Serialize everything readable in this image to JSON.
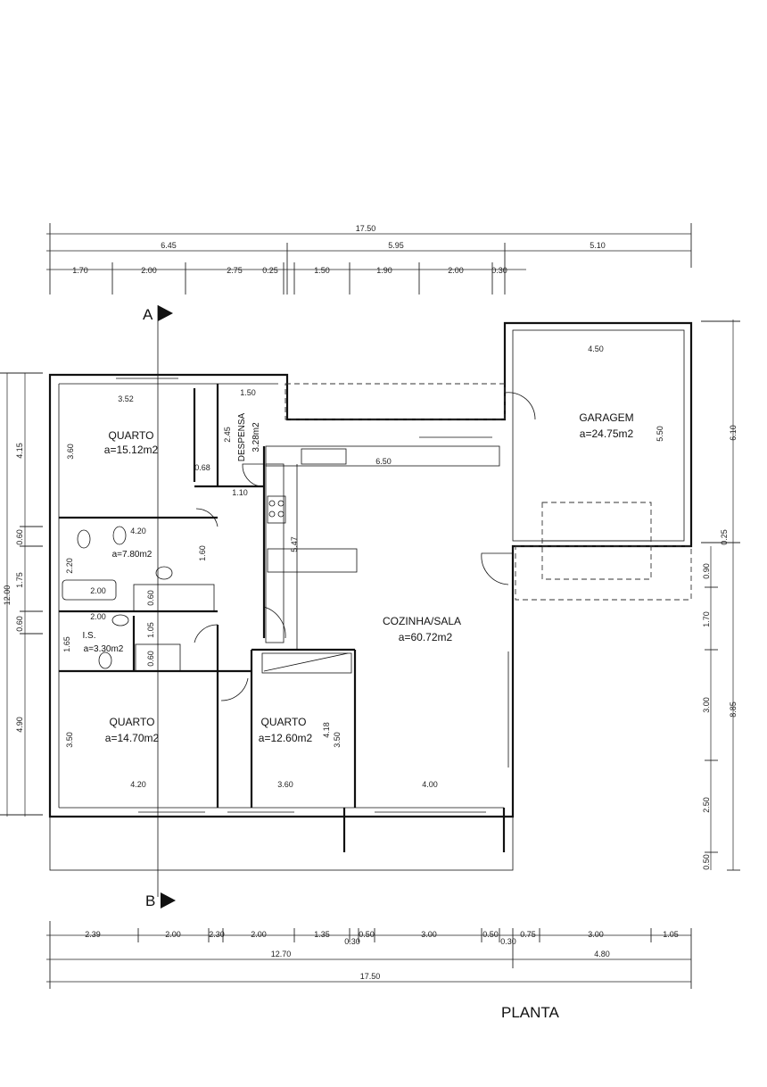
{
  "title": "PLANTA",
  "section_a": "A",
  "section_b": "B",
  "top_dims": {
    "total": "17.50",
    "row2": [
      "6.45",
      "5.95",
      "5.10"
    ],
    "row3": [
      "1.70",
      "2.00",
      "2.75",
      "0.25",
      "1.50",
      "1.90",
      "2.00",
      "0.30"
    ]
  },
  "bottom_dims": {
    "row1": [
      "2.39",
      "2.00",
      "2.30",
      "2.00",
      "1.35",
      "0.30",
      "0.50",
      "3.00",
      "0.50",
      "0.30",
      "0.75",
      "3.00",
      "1.05"
    ],
    "row2": [
      "12.70",
      "4.80"
    ],
    "total": "17.50"
  },
  "left_dims": {
    "total": "12.00",
    "parts": [
      "4.15",
      "0.60",
      "1.75",
      "0.60",
      "4.90"
    ]
  },
  "right_dims": {
    "upper": "6.10",
    "upper_small": "0.25",
    "lower_total": "8.85",
    "lower_parts": [
      "0.90",
      "1.70",
      "3.00",
      "2.50",
      "0.50"
    ]
  },
  "rooms": {
    "quarto1": {
      "name": "QUARTO",
      "area": "a=15.12m2",
      "w": "3.52",
      "h": "3.60",
      "small": "0.68"
    },
    "despensa": {
      "name": "DESPENSA",
      "area": "3.28m2",
      "w": "1.50",
      "h": "2.45",
      "b": "1.10"
    },
    "garagem": {
      "name": "GARAGEM",
      "area": "a=24.75m2",
      "w": "4.50",
      "h": "5.50"
    },
    "wc": {
      "name": "",
      "area": "a=7.80m2",
      "w": "4.20",
      "h": "2.20",
      "bath": "2.00",
      "side": "1.60",
      "side2": "0.60"
    },
    "is": {
      "name": "I.S.",
      "area": "a=3.30m2",
      "w": "2.00",
      "h": "1.65",
      "d": "1.05",
      "side": "0.60"
    },
    "cozinha": {
      "name": "COZINHA/SALA",
      "area": "a=60.72m2",
      "w": "6.50",
      "island": "5.47",
      "bottom": "4.00"
    },
    "quarto2": {
      "name": "QUARTO",
      "area": "a=14.70m2",
      "w": "4.20",
      "h": "3.50"
    },
    "quarto3": {
      "name": "QUARTO",
      "area": "a=12.60m2",
      "w": "3.60",
      "h": "3.50",
      "h2": "4.18"
    }
  }
}
